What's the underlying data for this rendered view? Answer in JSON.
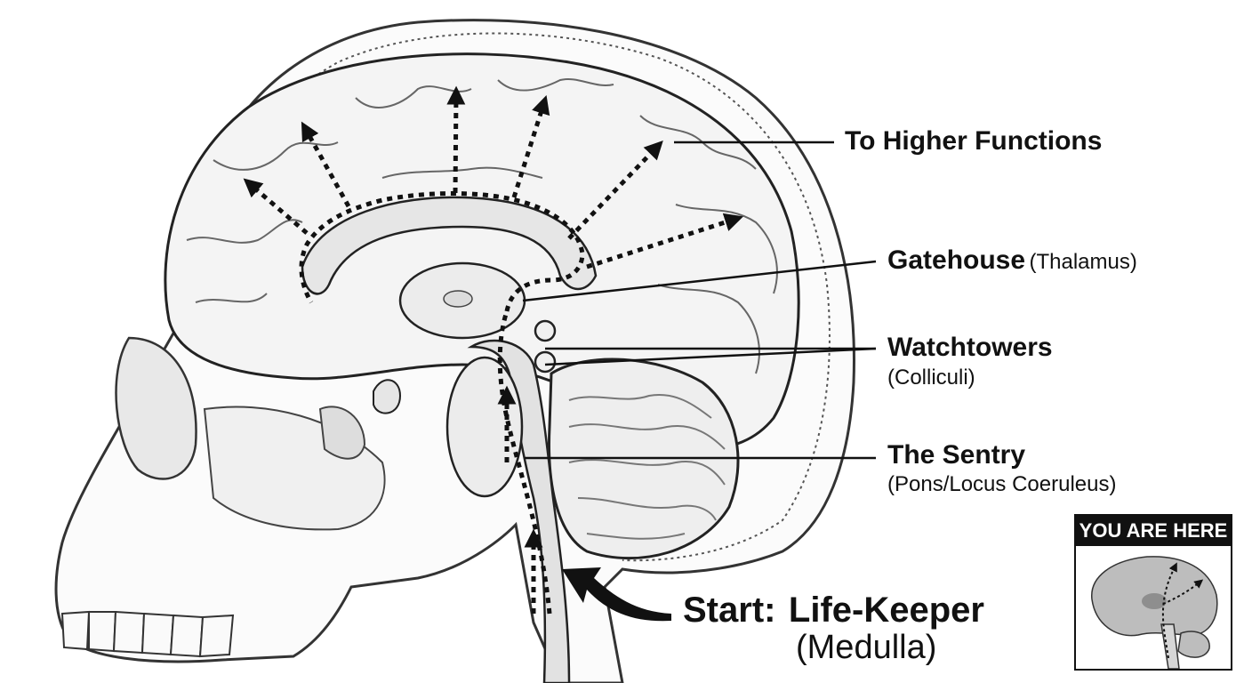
{
  "labels": {
    "higher": "To Higher Functions",
    "gatehouse": "Gatehouse",
    "gatehouse_sub": "(Thalamus)",
    "watchtowers": "Watchtowers",
    "watchtowers_sub": "(Colliculi)",
    "sentry": "The Sentry",
    "sentry_sub": "(Pons/Locus Coeruleus)",
    "start": "Start:",
    "lifekeeper": "Life-Keeper",
    "lifekeeper_sub": "(Medulla)"
  },
  "inset": {
    "title": "YOU ARE HERE"
  },
  "icons": [
    "upward-arrow-icon",
    "pointer-arrow-icon"
  ],
  "colors": {
    "line": "#222222",
    "fill": "#f4f4f4",
    "shade": "#cfcfcf",
    "inset_fill": "#bdbdbd",
    "thalamus_dot": "#8e8e8e"
  }
}
